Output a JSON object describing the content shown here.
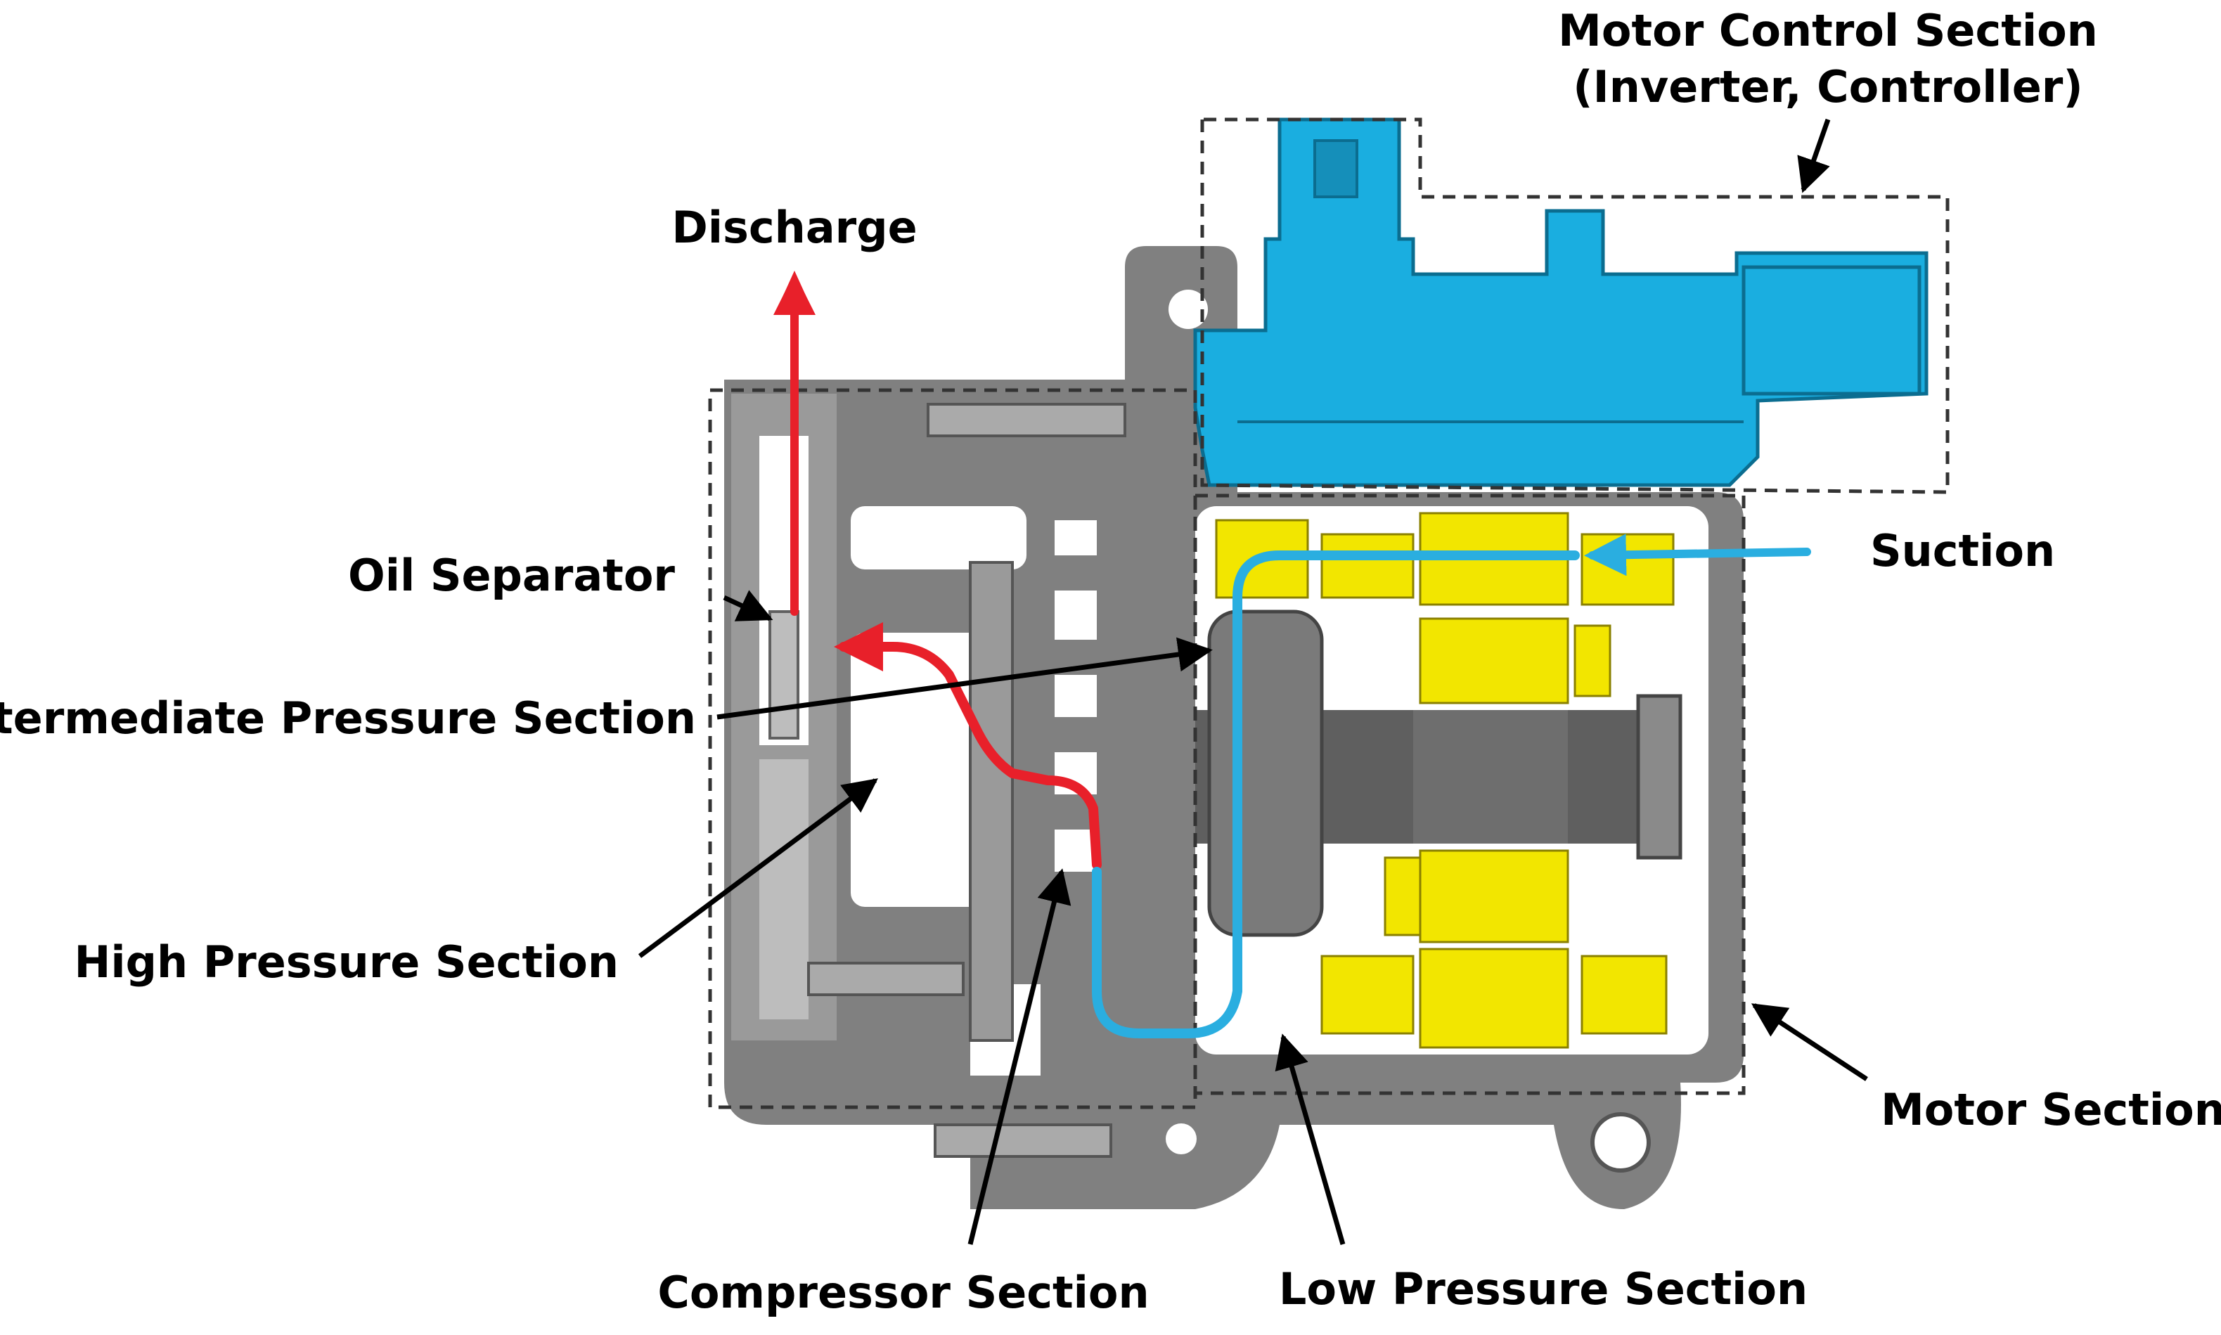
{
  "labels": {
    "motor_control_line1": "Motor Control Section",
    "motor_control_line2": "(Inverter, Controller)",
    "discharge": "Discharge",
    "suction": "Suction",
    "oil_separator": "Oil Separator",
    "intermediate_pressure": "Intermediate Pressure Section",
    "high_pressure": "High Pressure Section",
    "motor_section": "Motor Section",
    "compressor_section": "Compressor Section",
    "low_pressure": "Low Pressure Section"
  },
  "colors": {
    "housing": "#808080",
    "housing_light": "#b3b3b3",
    "inverter": "#1aaee0",
    "coil": "#f2e600",
    "discharge_flow": "#e8202a",
    "suction_flow": "#2aaee0",
    "leader": "#000000",
    "dashed": "#333333"
  },
  "icons": [
    "discharge-arrow-icon",
    "suction-arrow-icon"
  ]
}
